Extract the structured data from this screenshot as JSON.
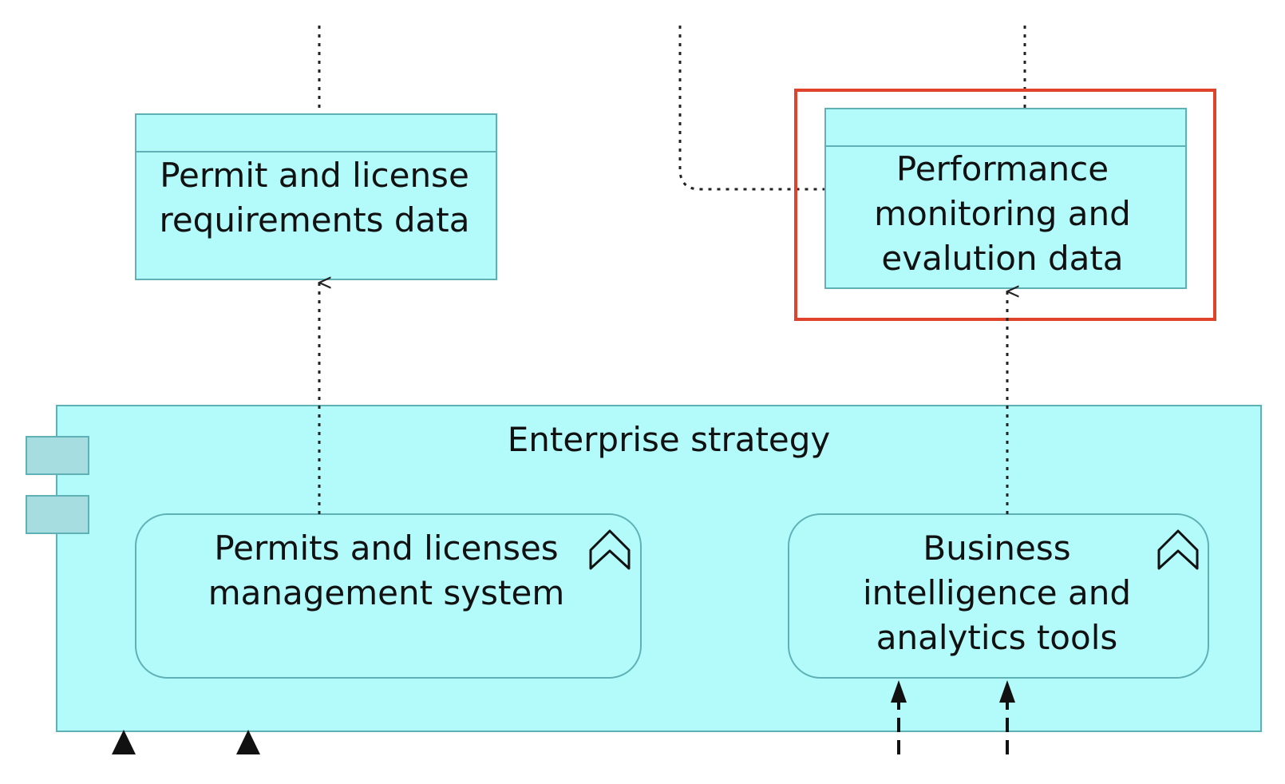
{
  "diagram": {
    "data_objects": [
      {
        "id": "permit-data",
        "lines": [
          "Permit and license",
          "requirements data"
        ]
      },
      {
        "id": "performance-data",
        "lines": [
          "Performance",
          "monitoring and",
          "evalution data"
        ]
      }
    ],
    "component": {
      "title": "Enterprise strategy",
      "services": [
        {
          "id": "permits-system",
          "lines": [
            "Permits and licenses",
            "management system"
          ]
        },
        {
          "id": "bi-tools",
          "lines": [
            "Business",
            "intelligence and",
            "analytics tools"
          ]
        }
      ]
    }
  },
  "colors": {
    "fill": "#b3fbfb",
    "border": "#5fb1b5",
    "component_tab": "#a6dde0",
    "highlight": "#e0432b"
  }
}
